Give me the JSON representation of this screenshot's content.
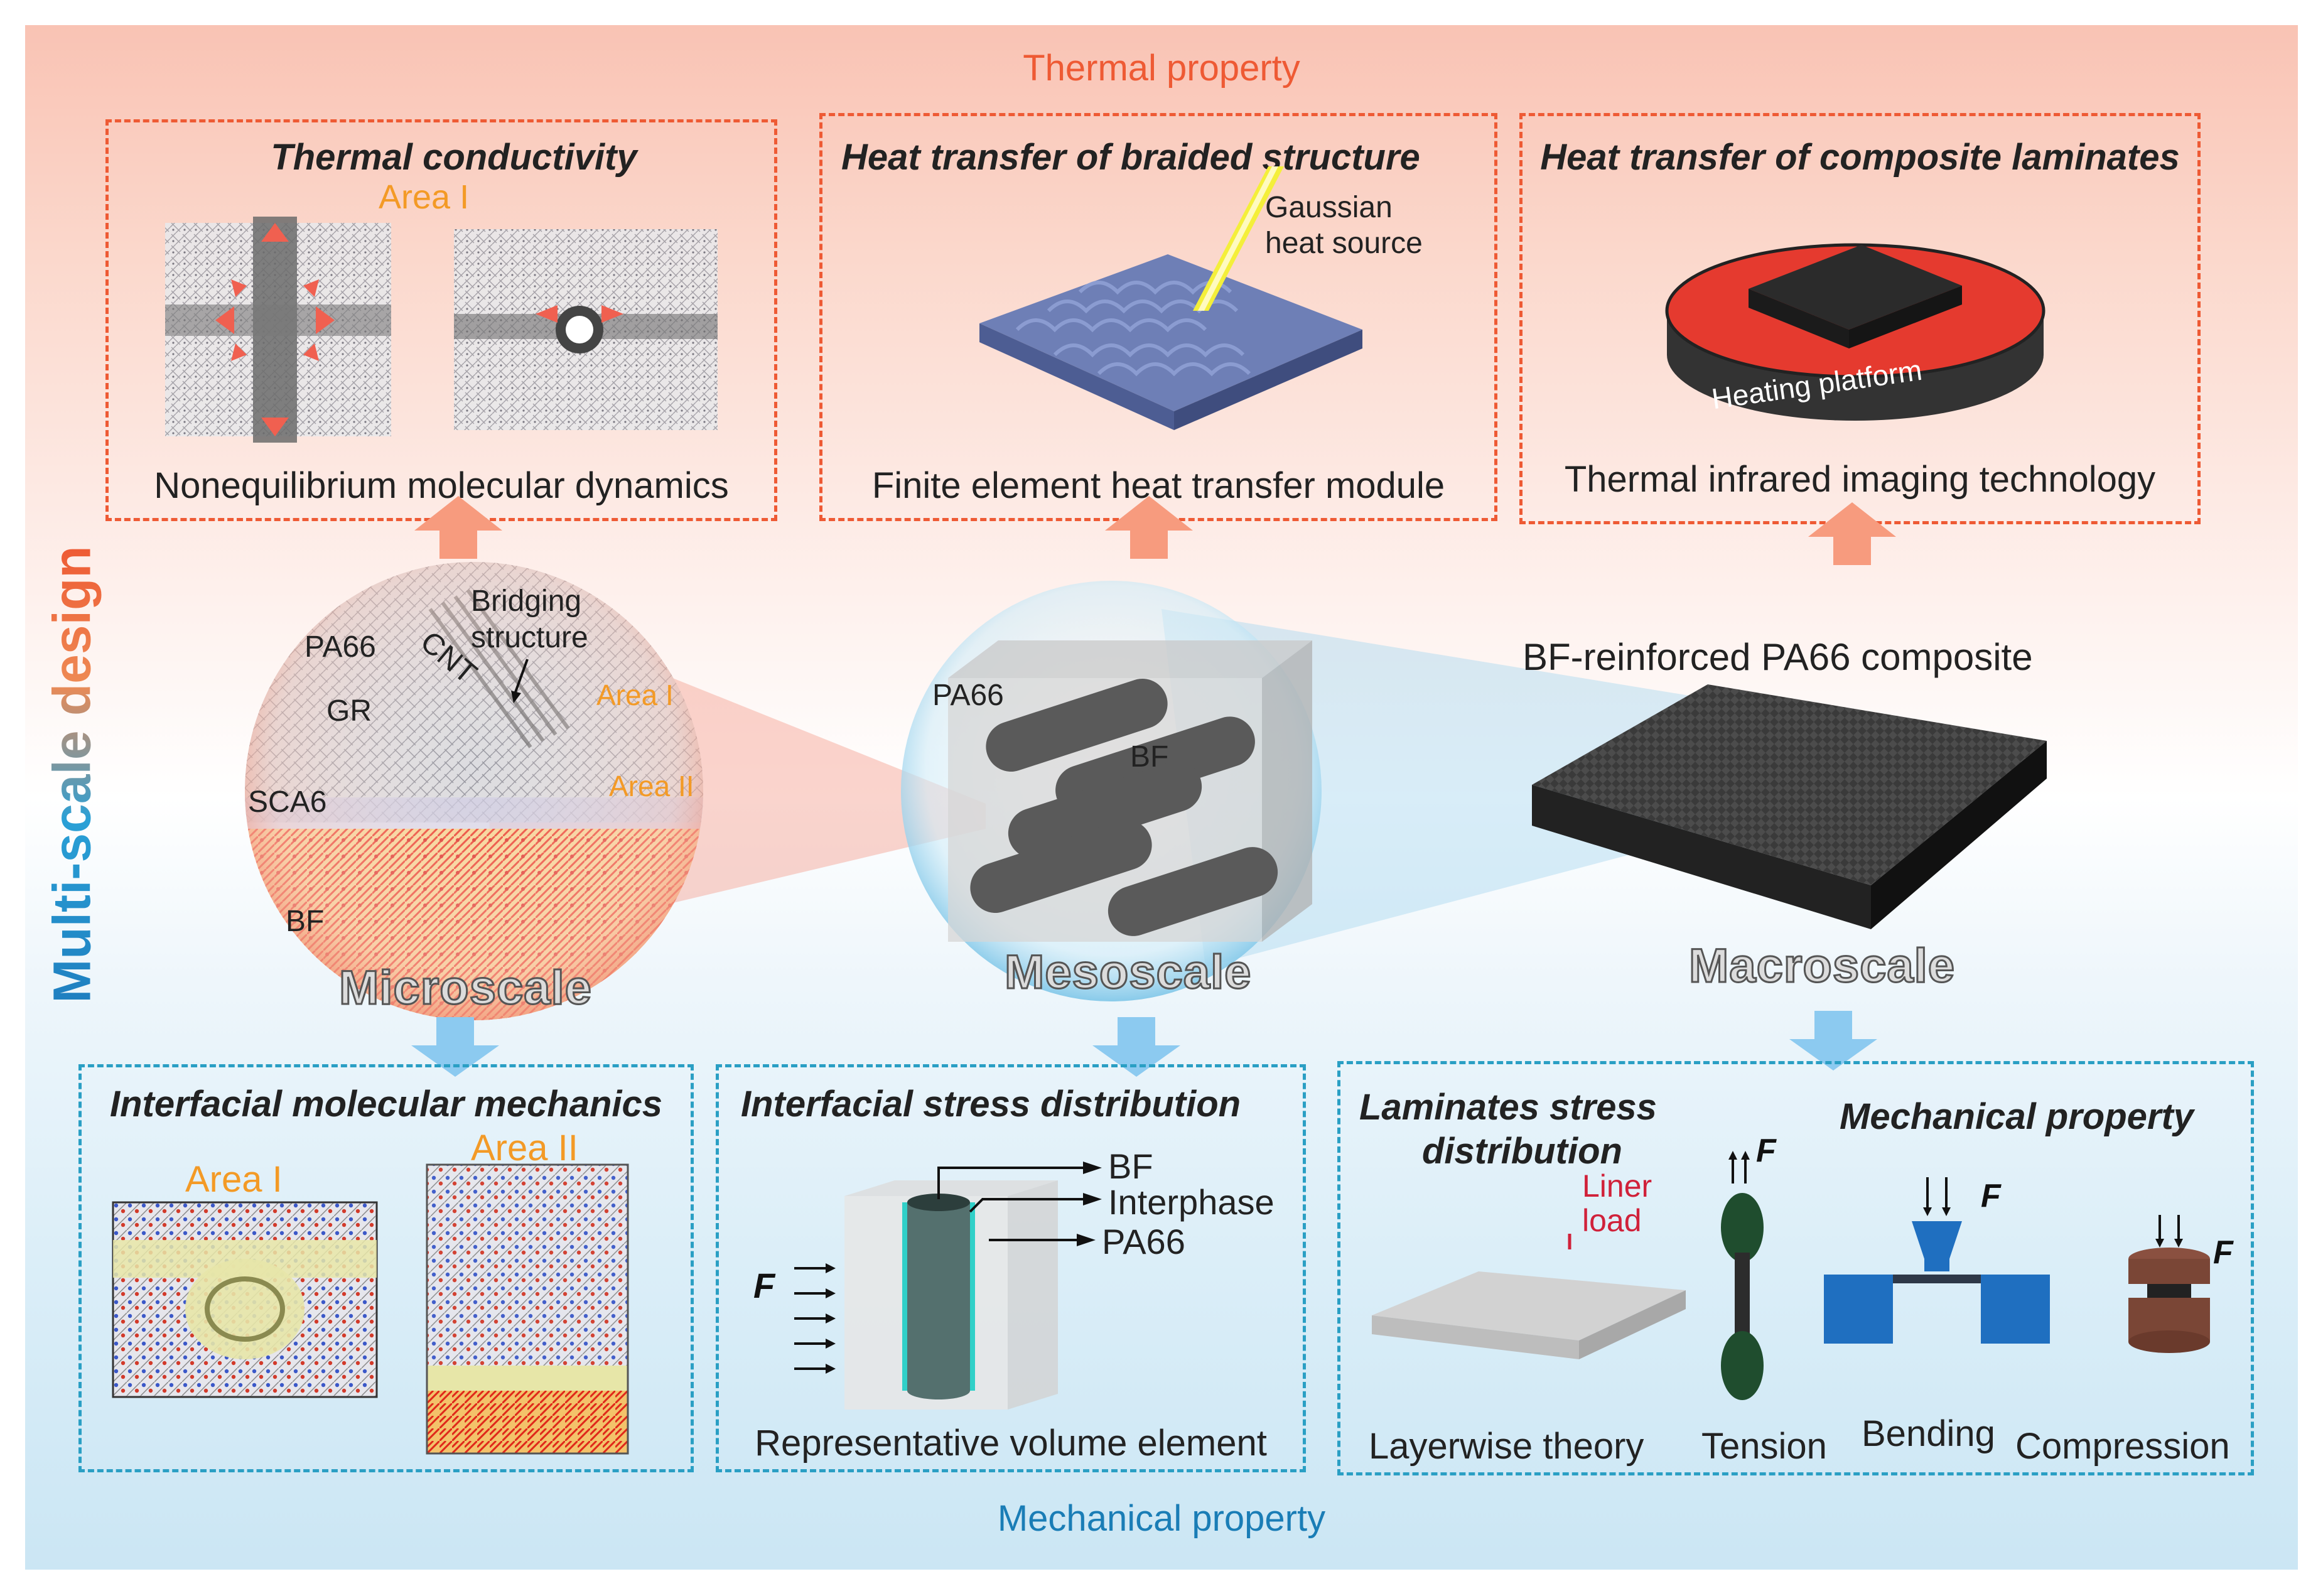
{
  "thermal_title": "Thermal property",
  "mechanical_title": "Mechanical property",
  "side_title": "Multi-scale design",
  "thermal": {
    "box1": {
      "title": "Thermal conductivity",
      "area": "Area I",
      "caption": "Nonequilibrium molecular dynamics"
    },
    "box2": {
      "title": "Heat transfer of braided structure",
      "source_line1": "Gaussian",
      "source_line2": "heat source",
      "caption": "Finite element heat transfer module"
    },
    "box3": {
      "title": "Heat transfer of composite laminates",
      "platform": "Heating platform",
      "caption": "Thermal infrared imaging technology"
    }
  },
  "micro": {
    "pa66": "PA66",
    "cnt": "CNT",
    "bridge1": "Bridging",
    "bridge2": "structure",
    "gr": "GR",
    "area1": "Area I",
    "area2": "Area II",
    "sca6": "SCA6",
    "bf": "BF",
    "label": "Microscale"
  },
  "meso": {
    "pa66": "PA66",
    "bf": "BF",
    "label": "Mesoscale"
  },
  "macro": {
    "title": "BF-reinforced PA66 composite",
    "label": "Macroscale"
  },
  "mech": {
    "box1": {
      "title": "Interfacial molecular mechanics",
      "area1": "Area I",
      "area2": "Area II"
    },
    "box2": {
      "title": "Interfacial stress distribution",
      "bf": "BF",
      "interphase": "Interphase",
      "pa66": "PA66",
      "force": "F",
      "caption": "Representative volume element"
    },
    "box3": {
      "title1": "Laminates stress",
      "title2": "distribution",
      "title3": "Mechanical property",
      "liner1": "Liner",
      "liner2": "load",
      "f1": "F",
      "f2": "F",
      "f3": "F",
      "cap1": "Layerwise theory",
      "cap2": "Tension",
      "cap3": "Bending",
      "cap4": "Compression"
    }
  },
  "colors": {
    "thermal": "#ee5a34",
    "mechanical": "#2a9fc4",
    "area": "#f39a26",
    "liner": "#d0213a"
  }
}
